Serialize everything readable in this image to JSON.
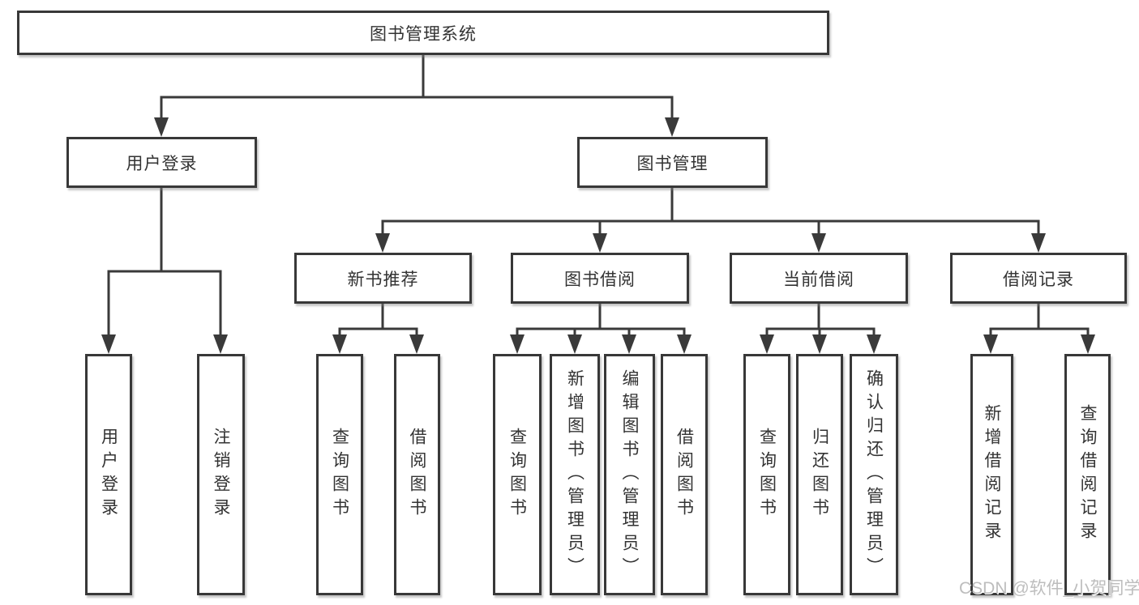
{
  "diagram": {
    "root": {
      "label": "图书管理系统"
    },
    "level2": [
      {
        "label": "用户登录"
      },
      {
        "label": "图书管理"
      }
    ],
    "level3": [
      {
        "label": "新书推荐"
      },
      {
        "label": "图书借阅"
      },
      {
        "label": "当前借阅"
      },
      {
        "label": "借阅记录"
      }
    ],
    "leaves": [
      {
        "label": "用户登录"
      },
      {
        "label": "注销登录"
      },
      {
        "label": "查询图书"
      },
      {
        "label": "借阅图书"
      },
      {
        "label": "查询图书"
      },
      {
        "label": "新增图书（管理员）"
      },
      {
        "label": "编辑图书（管理员）"
      },
      {
        "label": "借阅图书"
      },
      {
        "label": "查询图书"
      },
      {
        "label": "归还图书"
      },
      {
        "label": "确认归还（管理员）"
      },
      {
        "label": "新增借阅记录"
      },
      {
        "label": "查询借阅记录"
      }
    ]
  },
  "watermark": "CSDN @软件_小贺同学",
  "colors": {
    "line": "#3a3a3a",
    "text": "#333333",
    "box_background": "#ffffff",
    "watermark": "#b9b9b9"
  }
}
